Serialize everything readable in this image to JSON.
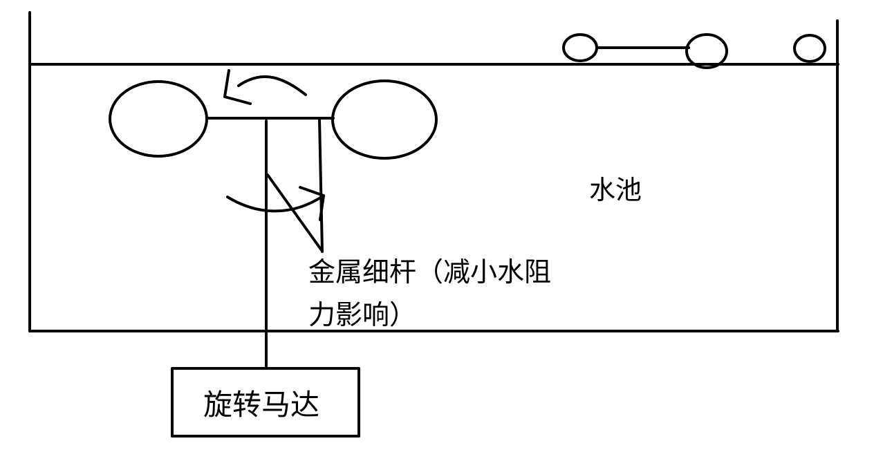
{
  "labels": {
    "pool": "水池",
    "rod_line1": "金属细杆（减小水阻",
    "rod_line2": "力影响）",
    "motor": "旋转马达"
  },
  "colors": {
    "stroke": "#000000",
    "background": "#ffffff"
  }
}
